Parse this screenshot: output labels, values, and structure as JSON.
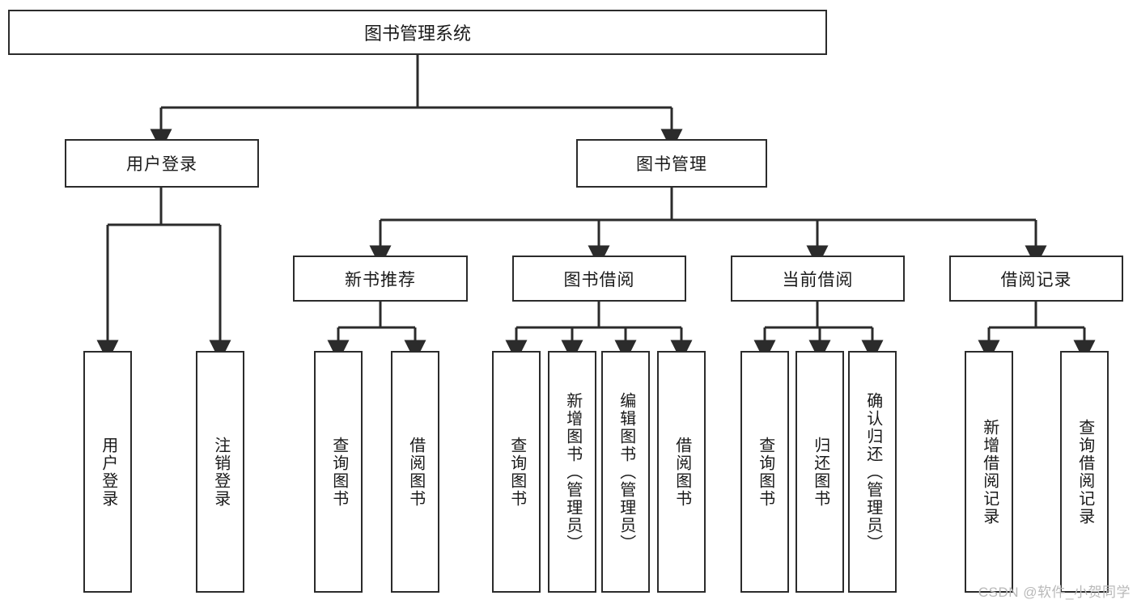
{
  "diagram": {
    "type": "tree",
    "title": "图书管理系统",
    "watermark": "CSDN @软件_小贺同学",
    "root": {
      "label": "图书管理系统"
    },
    "level2": [
      {
        "label": "用户登录"
      },
      {
        "label": "图书管理"
      }
    ],
    "level3": [
      {
        "label": "新书推荐",
        "parent": "图书管理"
      },
      {
        "label": "图书借阅",
        "parent": "图书管理"
      },
      {
        "label": "当前借阅",
        "parent": "图书管理"
      },
      {
        "label": "借阅记录",
        "parent": "图书管理"
      }
    ],
    "leaves": [
      {
        "label": "用户登录",
        "parent": "用户登录"
      },
      {
        "label": "注销登录",
        "parent": "用户登录"
      },
      {
        "label": "查询图书",
        "parent": "新书推荐"
      },
      {
        "label": "借阅图书",
        "parent": "新书推荐"
      },
      {
        "label": "查询图书",
        "parent": "图书借阅"
      },
      {
        "label": "新增图书（管理员）",
        "parent": "图书借阅"
      },
      {
        "label": "编辑图书（管理员）",
        "parent": "图书借阅"
      },
      {
        "label": "借阅图书",
        "parent": "图书借阅"
      },
      {
        "label": "查询图书",
        "parent": "当前借阅"
      },
      {
        "label": "归还图书",
        "parent": "当前借阅"
      },
      {
        "label": "确认归还（管理员）",
        "parent": "当前借阅"
      },
      {
        "label": "新增借阅记录",
        "parent": "借阅记录"
      },
      {
        "label": "查询借阅记录",
        "parent": "借阅记录"
      }
    ],
    "colors": {
      "border": "#2b2b2b",
      "background": "#ffffff",
      "text": "#1a1a1a",
      "watermark": "#b9b9b9"
    }
  }
}
